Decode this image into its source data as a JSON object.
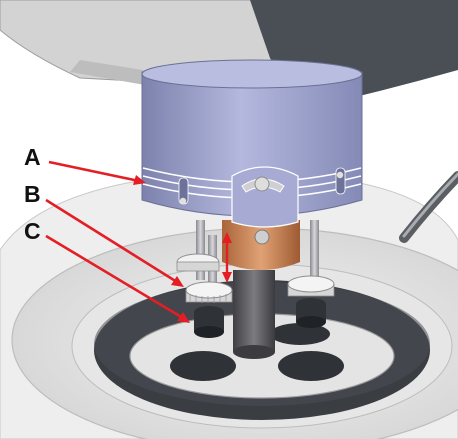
{
  "labels": {
    "a": "A",
    "b": "B",
    "c": "C"
  },
  "colors": {
    "arrow": "#e31e24",
    "housing": "#9a9fc8",
    "sleeve": "#d5905c",
    "post": "#5e5e62",
    "platter": "#e4e4e4",
    "cover": "#4a4f55"
  }
}
